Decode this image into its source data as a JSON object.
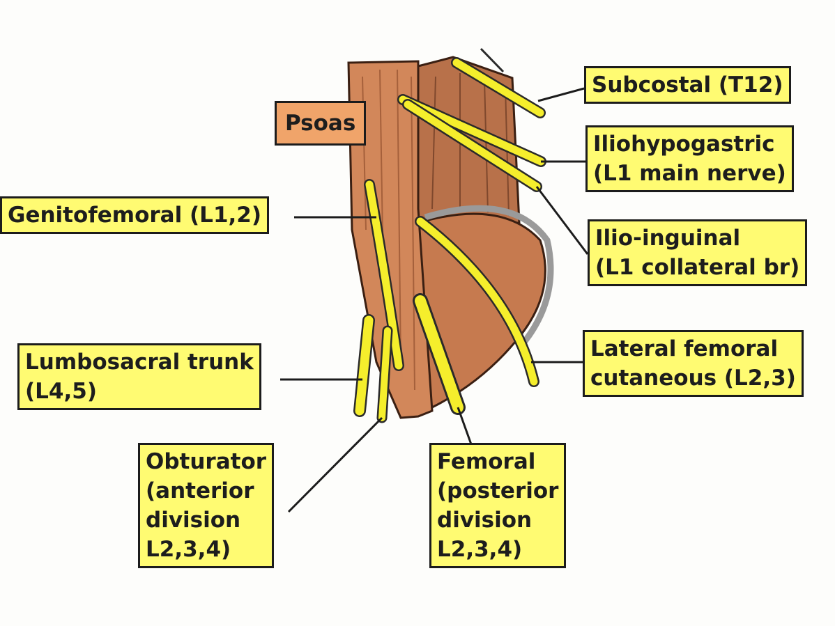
{
  "labels": {
    "psoas": "Psoas",
    "subcostal": "Subcostal (T12)",
    "iliohypogastric": [
      "Iliohypogastric",
      "(L1 main nerve)"
    ],
    "ilioinguinal": [
      "Ilio-inguinal",
      "(L1 collateral br)"
    ],
    "genitofemoral": "Genitofemoral (L1,2)",
    "lateral_femoral": [
      "Lateral femoral",
      "cutaneous (L2,3)"
    ],
    "lumbosacral": [
      "Lumbosacral trunk",
      "(L4,5)"
    ],
    "obturator": [
      "Obturator",
      "(anterior",
      "division",
      "L2,3,4)"
    ],
    "femoral": [
      "Femoral",
      "(posterior",
      "division",
      "L2,3,4)"
    ]
  },
  "colors": {
    "label_fill": "#fffb72",
    "psoas_label_fill": "#f0a46a",
    "muscle": "#c97a4e",
    "nerve": "#f5ee2c"
  }
}
